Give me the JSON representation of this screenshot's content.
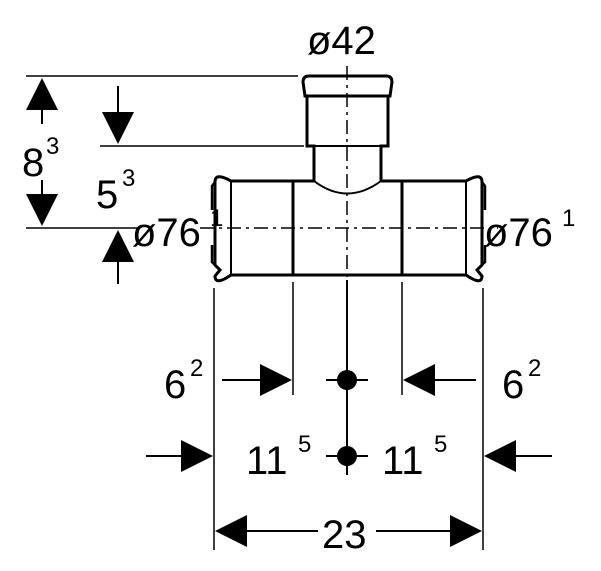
{
  "labels": {
    "branch_diameter": "ø42",
    "main_diameter_left": "ø76",
    "main_diameter_left_sup": "1",
    "main_diameter_right": "ø76",
    "main_diameter_right_sup": "1",
    "height_overall_main": "8",
    "height_overall_sup": "3",
    "height_center_main": "5",
    "height_center_sup": "3",
    "insert_left_main": "6",
    "insert_left_sup": "2",
    "insert_right_main": "6",
    "insert_right_sup": "2",
    "half_left_main": "11",
    "half_left_sup": "5",
    "half_right_main": "11",
    "half_right_sup": "5",
    "overall_length": "23"
  }
}
